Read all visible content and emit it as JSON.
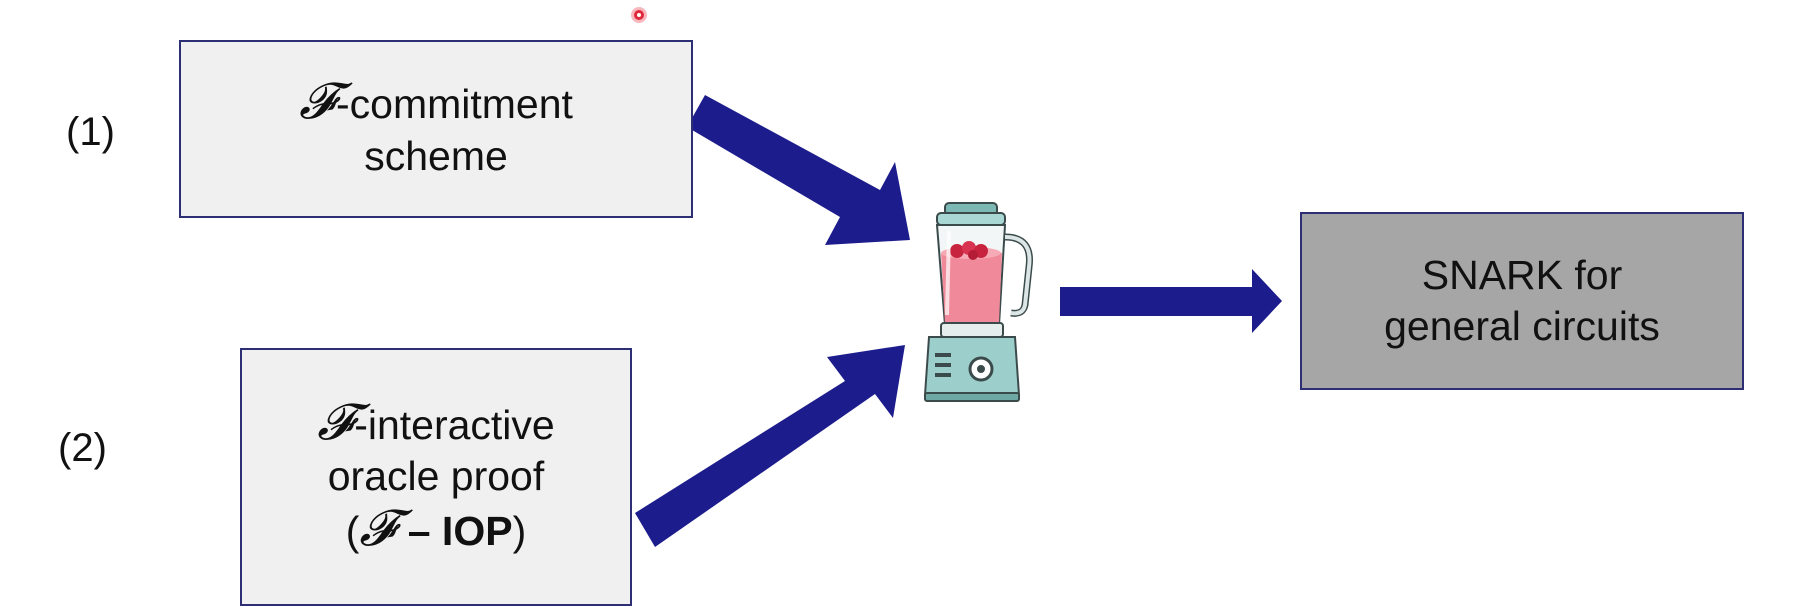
{
  "steps": [
    {
      "number": "(1)",
      "symbol": "𝓕",
      "line1_rest": "-commitment",
      "line2": "scheme"
    },
    {
      "number": "(2)",
      "symbol": "𝓕",
      "line1_rest": "-interactive",
      "line2": "oracle proof",
      "line3_open": "(",
      "line3_symbol": "𝓕",
      "line3_dash": " – ",
      "line3_bold": "IOP",
      "line3_close": ")"
    }
  ],
  "result": {
    "line1": "SNARK for",
    "line2": "general circuits"
  },
  "icons": {
    "combiner": "blender-icon",
    "pointer": "laser-pointer-dot-icon"
  },
  "colors": {
    "arrow": "#1c1c8c",
    "box_fill": "#f0f0f0",
    "result_fill": "#a6a6a6",
    "box_border": "#2e2e74",
    "pointer": "#e0283c",
    "blender_liquid": "#f08a9a",
    "blender_base": "#9ccfcc"
  }
}
